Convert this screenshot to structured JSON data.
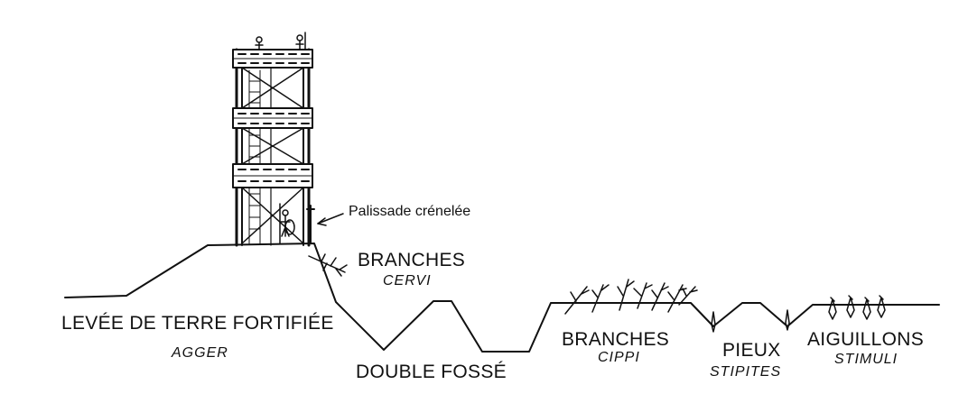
{
  "colors": {
    "ink": "#111111",
    "paper": "#ffffff"
  },
  "labels": {
    "palissade": "Palissade crénelée",
    "branches_cervi_fr": "BRANCHES",
    "branches_cervi_la": "CERVI",
    "levee_fr": "LEVÉE DE TERRE FORTIFIÉE",
    "levee_la": "AGGER",
    "double_fosse": "DOUBLE FOSSÉ",
    "branches_cippi_fr": "BRANCHES",
    "branches_cippi_la": "CIPPI",
    "pieux_fr": "PIEUX",
    "pieux_la": "STIPITES",
    "aiguillons_fr": "AIGUILLONS",
    "aiguillons_la": "STIMULI"
  }
}
